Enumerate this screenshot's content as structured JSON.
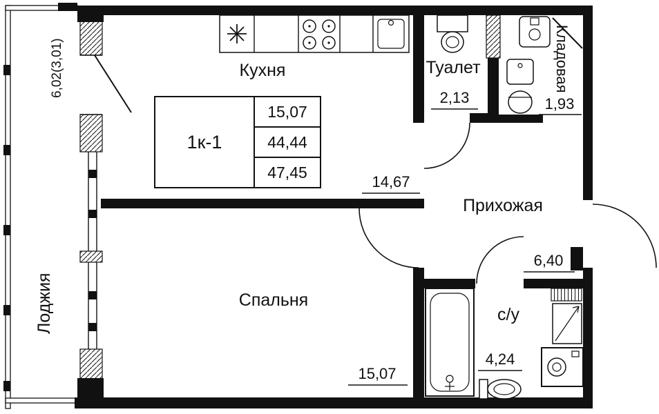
{
  "plan": {
    "unit": {
      "label": "1к-1",
      "living_area": "15,07",
      "area": "44,44",
      "total_area": "47,45"
    },
    "rooms": {
      "loggia": {
        "name": "Лоджия",
        "dimension": "6,02(3,01)"
      },
      "kitchen": {
        "name": "Кухня",
        "area": "14,67"
      },
      "toilet": {
        "name": "Туалет",
        "area": "2,13"
      },
      "storage": {
        "name": "Кладовая",
        "area": "1,93"
      },
      "hallway": {
        "name": "Прихожая",
        "area": "6,40"
      },
      "bedroom": {
        "name": "Спальня",
        "area": "15,07"
      },
      "bathroom": {
        "name": "с/у",
        "area": "4,24"
      }
    },
    "colors": {
      "wall": "#111111",
      "background": "#ffffff"
    }
  }
}
